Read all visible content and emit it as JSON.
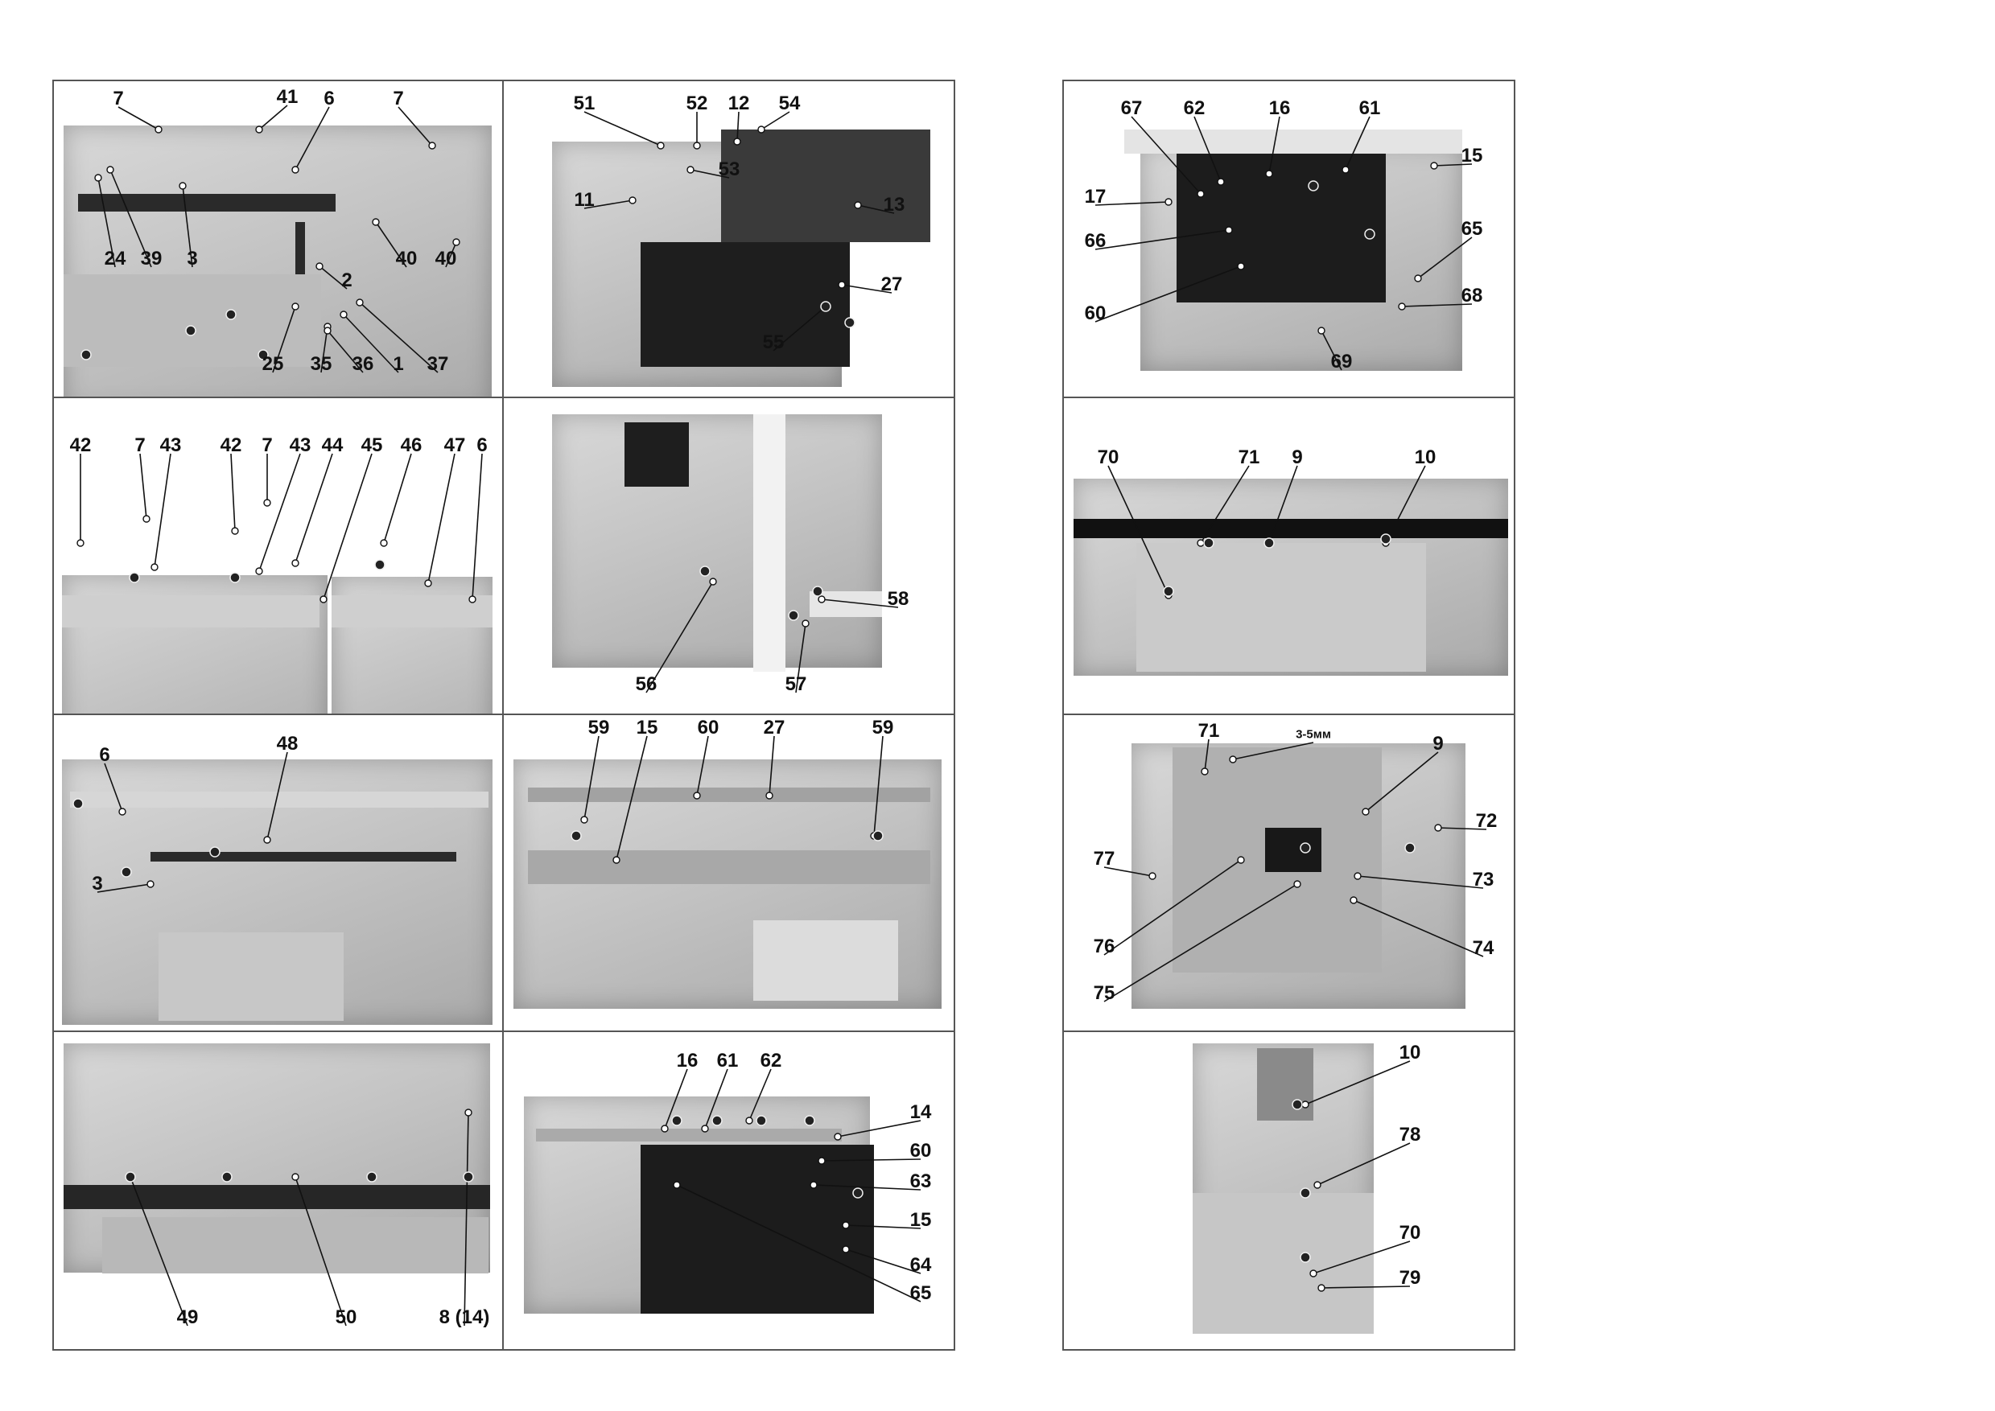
{
  "panels": [
    {
      "id": "p1",
      "labels": [
        "7",
        "41",
        "6",
        "7",
        "24",
        "39",
        "3",
        "40",
        "40",
        "2",
        "25",
        "35",
        "36",
        "1",
        "37"
      ]
    },
    {
      "id": "p2",
      "labels": [
        "51",
        "52",
        "12",
        "54",
        "53",
        "11",
        "13",
        "27",
        "55"
      ]
    },
    {
      "id": "p3",
      "labels": [
        "42",
        "7",
        "43",
        "42",
        "7",
        "43",
        "44",
        "45",
        "46",
        "47",
        "6"
      ]
    },
    {
      "id": "p4",
      "labels": [
        "58",
        "56",
        "57"
      ]
    },
    {
      "id": "p5",
      "labels": [
        "6",
        "48",
        "3"
      ]
    },
    {
      "id": "p6",
      "labels": [
        "59",
        "15",
        "60",
        "27",
        "59"
      ]
    },
    {
      "id": "p7",
      "labels": [
        "49",
        "50",
        "8 (14)"
      ]
    },
    {
      "id": "p8",
      "labels": [
        "16",
        "61",
        "62",
        "14",
        "60",
        "63",
        "15",
        "64",
        "65"
      ]
    },
    {
      "id": "p9",
      "labels": [
        "67",
        "62",
        "16",
        "61",
        "15",
        "17",
        "65",
        "66",
        "68",
        "60",
        "69"
      ]
    },
    {
      "id": "p10",
      "labels": [
        "70",
        "71",
        "9",
        "10"
      ]
    },
    {
      "id": "p11",
      "labels": [
        "71",
        "3-5мм",
        "9",
        "72",
        "77",
        "73",
        "76",
        "74",
        "75"
      ]
    },
    {
      "id": "p12",
      "labels": [
        "10",
        "78",
        "70",
        "79"
      ]
    }
  ]
}
